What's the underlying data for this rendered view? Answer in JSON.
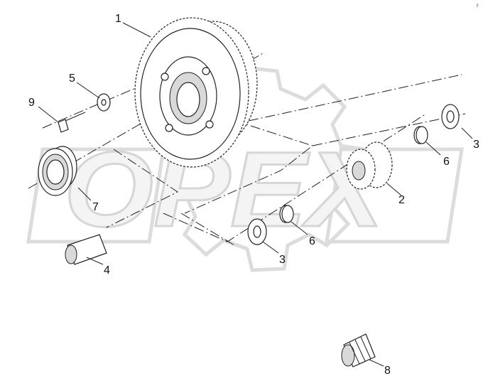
{
  "watermark": {
    "text": "OPEX"
  },
  "corner_mark": "r",
  "parts": [
    {
      "id": "gear-large",
      "label": "1"
    },
    {
      "id": "pinion",
      "label": "2"
    },
    {
      "id": "washer-right",
      "label": "3"
    },
    {
      "id": "washer-lower",
      "label": "3"
    },
    {
      "id": "shaft",
      "label": "4"
    },
    {
      "id": "washer-small",
      "label": "5"
    },
    {
      "id": "snap-ring-right",
      "label": "6"
    },
    {
      "id": "snap-ring-lower",
      "label": "6"
    },
    {
      "id": "bearing",
      "label": "7"
    },
    {
      "id": "needle-bearing",
      "label": "8"
    },
    {
      "id": "screw",
      "label": "9"
    }
  ]
}
